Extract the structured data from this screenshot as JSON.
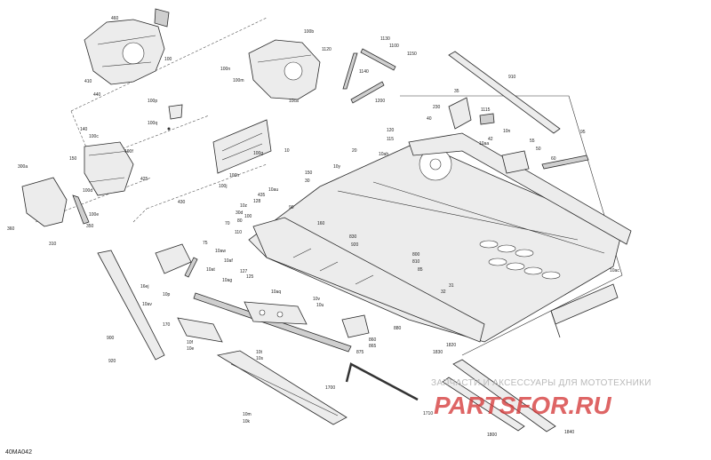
{
  "diagram_code": "40MA042",
  "watermark": {
    "line1": "ЗАПЧАСТИ И АКСЕССУАРЫ ДЛЯ МОТОТЕХНИКИ",
    "line2": "PARTSFOR.RU"
  },
  "labels": [
    {
      "id": "460",
      "text": "460"
    },
    {
      "id": "100",
      "text": "100"
    },
    {
      "id": "410",
      "text": "410"
    },
    {
      "id": "440",
      "text": "440"
    },
    {
      "id": "100b",
      "text": "100b"
    },
    {
      "id": "100n",
      "text": "100n"
    },
    {
      "id": "100m",
      "text": "100m"
    },
    {
      "id": "10ca",
      "text": "10ca"
    },
    {
      "id": "1120",
      "text": "1120"
    },
    {
      "id": "1130",
      "text": "1130"
    },
    {
      "id": "1100",
      "text": "1100"
    },
    {
      "id": "1150",
      "text": "1150"
    },
    {
      "id": "1140",
      "text": "1140"
    },
    {
      "id": "1200",
      "text": "1200"
    },
    {
      "id": "910",
      "text": "910"
    },
    {
      "id": "100p",
      "text": "100p"
    },
    {
      "id": "100q",
      "text": "100q"
    },
    {
      "id": "140",
      "text": "140"
    },
    {
      "id": "100c",
      "text": "100c"
    },
    {
      "id": "150",
      "text": "150"
    },
    {
      "id": "100f",
      "text": "100f"
    },
    {
      "id": "100g",
      "text": "100g"
    },
    {
      "id": "100h",
      "text": "100h"
    },
    {
      "id": "100j",
      "text": "100j"
    },
    {
      "id": "425",
      "text": "425"
    },
    {
      "id": "300a",
      "text": "300a"
    },
    {
      "id": "100d",
      "text": "100d"
    },
    {
      "id": "100e",
      "text": "100e"
    },
    {
      "id": "350",
      "text": "350"
    },
    {
      "id": "360",
      "text": "360"
    },
    {
      "id": "310",
      "text": "310"
    },
    {
      "id": "430",
      "text": "430"
    },
    {
      "id": "10",
      "text": "10"
    },
    {
      "id": "20",
      "text": "20"
    },
    {
      "id": "10y",
      "text": "10y"
    },
    {
      "id": "10ah",
      "text": "10ah"
    },
    {
      "id": "150b",
      "text": "150"
    },
    {
      "id": "30",
      "text": "30"
    },
    {
      "id": "10au",
      "text": "10au"
    },
    {
      "id": "435",
      "text": "435"
    },
    {
      "id": "128",
      "text": "128"
    },
    {
      "id": "10z",
      "text": "10z"
    },
    {
      "id": "30d",
      "text": "30d"
    },
    {
      "id": "90",
      "text": "90"
    },
    {
      "id": "100b2",
      "text": "100"
    },
    {
      "id": "80",
      "text": "80"
    },
    {
      "id": "70",
      "text": "70"
    },
    {
      "id": "110",
      "text": "110"
    },
    {
      "id": "160",
      "text": "160"
    },
    {
      "id": "75",
      "text": "75"
    },
    {
      "id": "10aw",
      "text": "10aw"
    },
    {
      "id": "10af",
      "text": "10af"
    },
    {
      "id": "10at",
      "text": "10at"
    },
    {
      "id": "127",
      "text": "127"
    },
    {
      "id": "125",
      "text": "125"
    },
    {
      "id": "10ag",
      "text": "10ag"
    },
    {
      "id": "10aq",
      "text": "10aq"
    },
    {
      "id": "16ej",
      "text": "16ej"
    },
    {
      "id": "10p",
      "text": "10p"
    },
    {
      "id": "10av",
      "text": "10av"
    },
    {
      "id": "10v",
      "text": "10v"
    },
    {
      "id": "10u",
      "text": "10u"
    },
    {
      "id": "170",
      "text": "170"
    },
    {
      "id": "10f",
      "text": "10f"
    },
    {
      "id": "10e",
      "text": "10e"
    },
    {
      "id": "10t",
      "text": "10t"
    },
    {
      "id": "10s",
      "text": "10s"
    },
    {
      "id": "900",
      "text": "900"
    },
    {
      "id": "920",
      "text": "920"
    },
    {
      "id": "830",
      "text": "830"
    },
    {
      "id": "920b",
      "text": "920"
    },
    {
      "id": "800",
      "text": "800"
    },
    {
      "id": "810",
      "text": "810"
    },
    {
      "id": "85",
      "text": "85"
    },
    {
      "id": "31",
      "text": "31"
    },
    {
      "id": "32",
      "text": "32"
    },
    {
      "id": "880",
      "text": "880"
    },
    {
      "id": "860",
      "text": "860"
    },
    {
      "id": "865",
      "text": "865"
    },
    {
      "id": "875",
      "text": "875"
    },
    {
      "id": "35",
      "text": "35"
    },
    {
      "id": "230",
      "text": "230"
    },
    {
      "id": "40",
      "text": "40"
    },
    {
      "id": "1115",
      "text": "1115"
    },
    {
      "id": "10n",
      "text": "10n"
    },
    {
      "id": "10aa",
      "text": "10aa"
    },
    {
      "id": "42",
      "text": "42"
    },
    {
      "id": "120",
      "text": "120"
    },
    {
      "id": "115",
      "text": "115"
    },
    {
      "id": "55",
      "text": "55"
    },
    {
      "id": "50",
      "text": "50"
    },
    {
      "id": "60",
      "text": "60"
    },
    {
      "id": "95",
      "text": "95"
    },
    {
      "id": "10ac",
      "text": "10ac"
    },
    {
      "id": "1700",
      "text": "1700"
    },
    {
      "id": "1710",
      "text": "1710"
    },
    {
      "id": "1820",
      "text": "1820"
    },
    {
      "id": "1830",
      "text": "1830"
    },
    {
      "id": "10m",
      "text": "10m"
    },
    {
      "id": "10k",
      "text": "10k"
    },
    {
      "id": "1800",
      "text": "1800"
    },
    {
      "id": "1840",
      "text": "1840"
    }
  ]
}
